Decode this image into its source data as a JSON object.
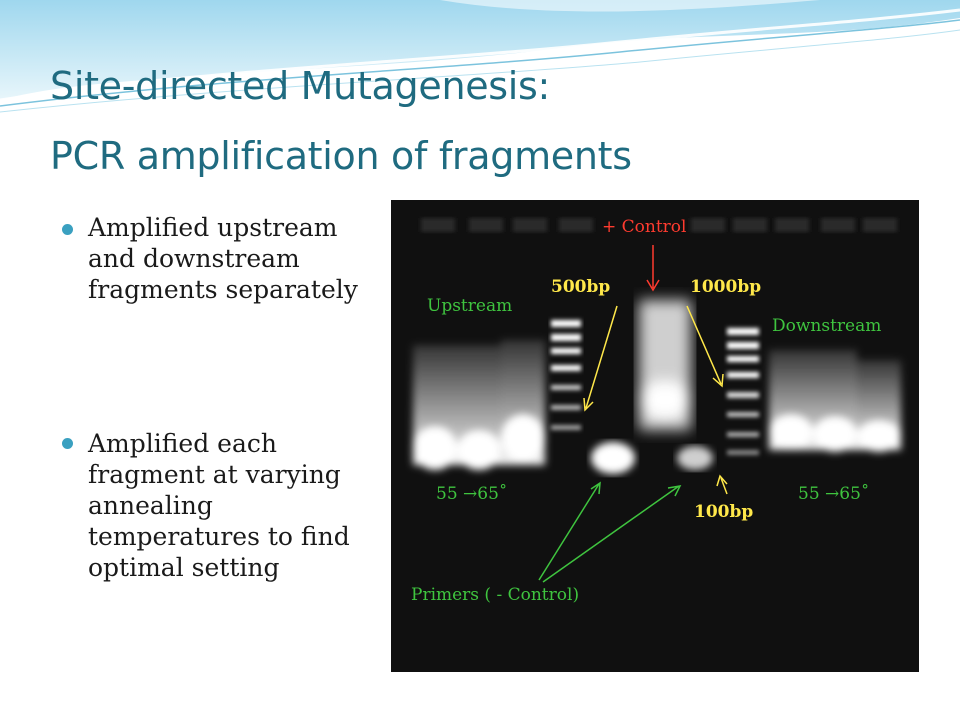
{
  "slide": {
    "title_line1": "Site-directed Mutagenesis:",
    "title_line2": "PCR amplification of fragments",
    "bullets": [
      "Amplified upstream and downstream fragments separately",
      "Amplified each fragment at varying annealing temperatures to find optimal setting"
    ]
  },
  "gel": {
    "labels": {
      "upstream": "Upstream",
      "downstream": "Downstream",
      "pos_control": "+ Control",
      "bp500": "500bp",
      "bp1000": "1000bp",
      "bp100": "100bp",
      "temp_left": "55 →65˚",
      "temp_right": "55 →65˚",
      "primers": "Primers ( - Control)"
    },
    "colors": {
      "green_label": "#3fc43f",
      "yellow_label": "#ffe84a",
      "red_label": "#ff3b2f"
    }
  }
}
